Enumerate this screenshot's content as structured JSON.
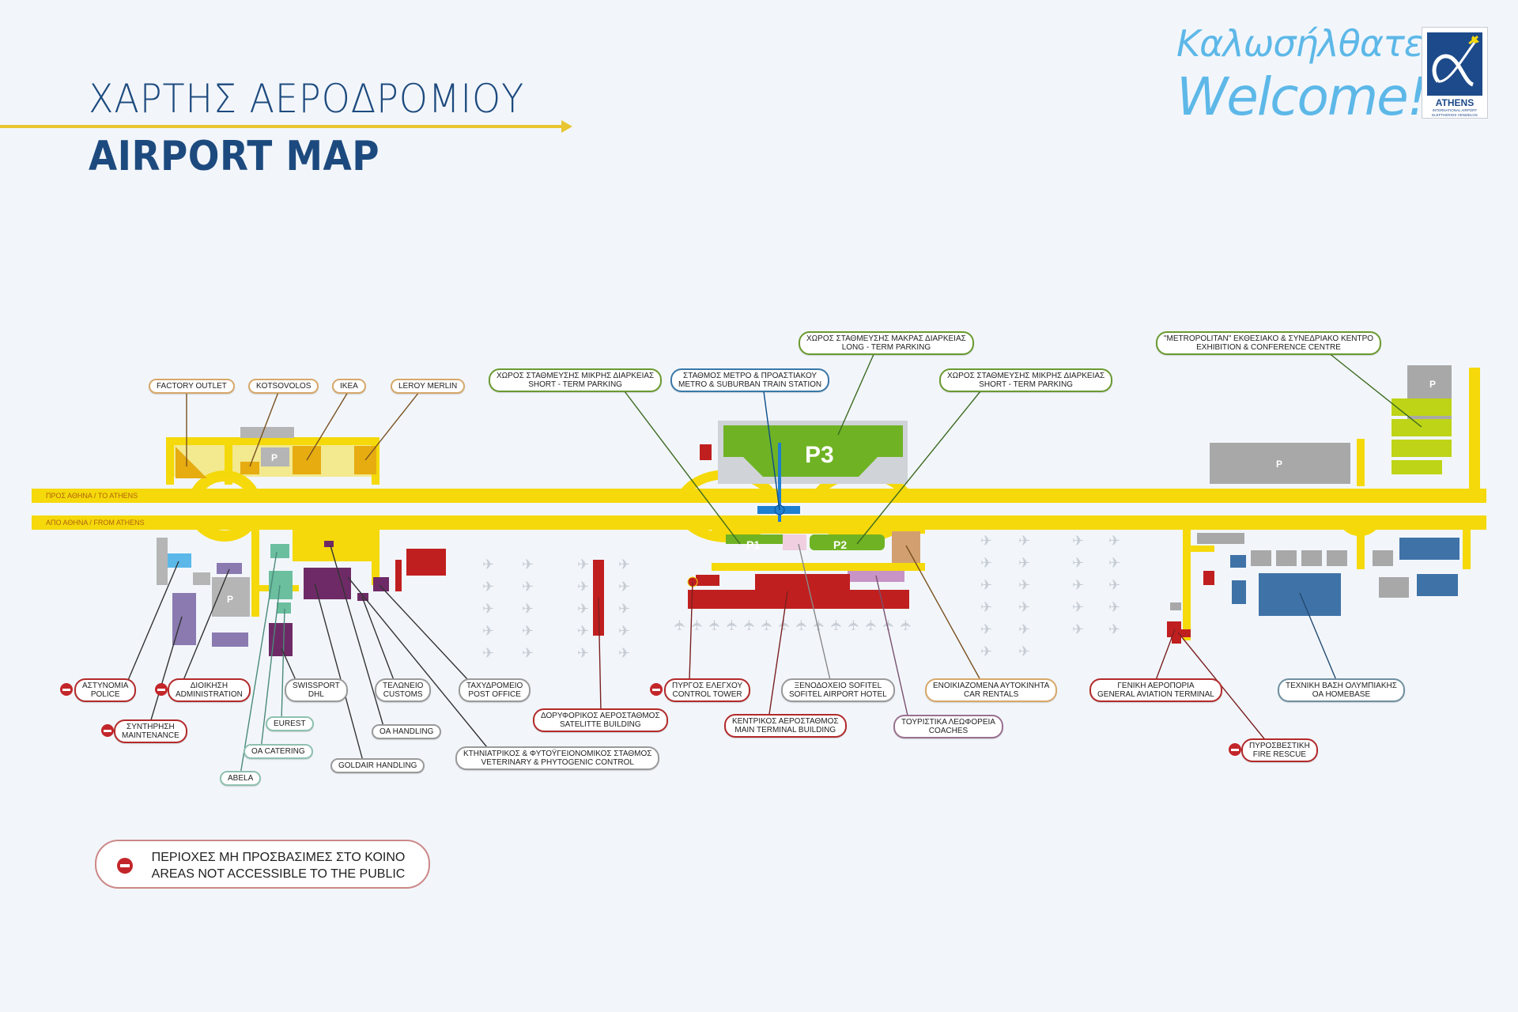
{
  "header": {
    "title_greek": "ΧΑΡΤΗΣ ΑΕΡΟΔΡΟΜΙΟΥ",
    "title_english": "AIRPORT MAP",
    "welcome_greek": "Καλωσήλθατε!",
    "welcome_english": "Welcome!",
    "logo_name": "ATHENS",
    "logo_sub1": "INTERNATIONAL AIRPORT",
    "logo_sub2": "ELEFTHERIOS VENIZELOS"
  },
  "colors": {
    "title": "#1d4a7e",
    "accent_yellow": "#f5d90a",
    "welcome": "#5db8e8",
    "restricted_red": "#c3262a",
    "parking_green": "#6fb324",
    "conference_green": "#bed417",
    "metro_blue": "#1f7fd0",
    "homebase_blue": "#3f73a8",
    "retail_orange": "#e6ac10",
    "cargo_purple": "#6e2a66"
  },
  "roads": {
    "to_athens": "ΠΡΟΣ ΑΘΗΝΑ / TO ATHENS",
    "from_athens": "ΑΠΟ ΑΘΗΝΑ / FROM ATHENS"
  },
  "map_marks": {
    "p3": "P3",
    "p1": "P1",
    "p2": "P2",
    "parking_glyph": "P"
  },
  "labels": {
    "factory_outlet": {
      "en": "FACTORY OUTLET"
    },
    "kotsovolos": {
      "en": "KOTSOVOLOS"
    },
    "ikea": {
      "en": "IKEA"
    },
    "leroy_merlin": {
      "en": "LEROY MERLIN"
    },
    "short_parking_1": {
      "gr": "ΧΩΡΟΣ ΣΤΑΘΜΕΥΣΗΣ ΜΙΚΡΗΣ ΔΙΑΡΚΕΙΑΣ",
      "en": "SHORT - TERM PARKING"
    },
    "metro": {
      "gr": "ΣΤΑΘΜΟΣ ΜΕΤΡΟ & ΠΡΟΑΣΤΙΑΚΟΥ",
      "en": "METRO & SUBURBAN TRAIN STATION"
    },
    "long_parking": {
      "gr": "ΧΩΡΟΣ ΣΤΑΘΜΕΥΣΗΣ ΜΑΚΡΑΣ ΔΙΑΡΚΕΙΑΣ",
      "en": "LONG - TERM PARKING"
    },
    "short_parking_2": {
      "gr": "ΧΩΡΟΣ ΣΤΑΘΜΕΥΣΗΣ ΜΙΚΡΗΣ ΔΙΑΡΚΕΙΑΣ",
      "en": "SHORT - TERM PARKING"
    },
    "metropolitan": {
      "gr": "\"METROPOLITAN\" ΕΚΘΕΣΙΑΚΟ & ΣΥΝΕΔΡΙΑΚΟ ΚΕΝΤΡΟ",
      "en": "EXHIBITION & CONFERENCE CENTRE"
    },
    "police": {
      "gr": "ΑΣΤΥΝΟΜΙΑ",
      "en": "POLICE"
    },
    "administration": {
      "gr": "ΔΙΟΙΚΗΣΗ",
      "en": "ADMINISTRATION"
    },
    "maintenance": {
      "gr": "ΣΥΝΤΗΡΗΣΗ",
      "en": "MAINTENANCE"
    },
    "swissport": {
      "gr": "SWISSPORT",
      "en": "DHL"
    },
    "eurest": {
      "en": "EUREST"
    },
    "oa_catering": {
      "en": "OA CATERING"
    },
    "abela": {
      "en": "ABELA"
    },
    "customs": {
      "gr": "ΤΕΛΩΝΕΙΟ",
      "en": "CUSTOMS"
    },
    "oa_handling": {
      "en": "OA HANDLING"
    },
    "goldair": {
      "en": "GOLDAIR HANDLING"
    },
    "post_office": {
      "gr": "ΤΑΧΥΔΡΟΜΕΙΟ",
      "en": "POST OFFICE"
    },
    "veterinary": {
      "gr": "ΚΤΗΝΙΑΤΡΙΚΟΣ & ΦΥΤΟΫΓΕΙΟΝΟΜΙΚΟΣ ΣΤΑΘΜΟΣ",
      "en": "VETERINARY & PHYTOGENIC CONTROL"
    },
    "satellite": {
      "gr": "ΔΟΡΥΦΟΡΙΚΟΣ ΑΕΡΟΣΤΑΘΜΟΣ",
      "en": "SATELITTE BUILDING"
    },
    "control_tower": {
      "gr": "ΠΥΡΓΟΣ ΕΛΕΓΧΟΥ",
      "en": "CONTROL TOWER"
    },
    "main_terminal": {
      "gr": "ΚΕΝΤΡΙΚΟΣ ΑΕΡΟΣΤΑΘΜΟΣ",
      "en": "MAIN TERMINAL BUILDING"
    },
    "sofitel": {
      "gr": "ΞΕΝΟΔΟΧΕΙΟ SOFITEL",
      "en": "SOFITEL AIRPORT HOTEL"
    },
    "coaches": {
      "gr": "ΤΟΥΡΙΣΤΙΚΑ ΛΕΩΦΟΡΕΙΑ",
      "en": "COACHES"
    },
    "car_rentals": {
      "gr": "ΕΝΟΙΚΙΑΖΟΜΕΝΑ ΑΥΤΟΚΙΝΗΤΑ",
      "en": "CAR RENTALS"
    },
    "general_aviation": {
      "gr": "ΓΕΝΙΚΗ ΑΕΡΟΠΟΡΙΑ",
      "en": "GENERAL AVIATION TERMINAL"
    },
    "fire_rescue": {
      "gr": "ΠΥΡΟΣΒΕΣΤΙΚΗ",
      "en": "FIRE RESCUE"
    },
    "homebase": {
      "gr": "ΤΕΧΝΙΚΗ ΒΑΣΗ ΟΛΥΜΠΙΑΚΗΣ",
      "en": "OA HOMEBASE"
    }
  },
  "legend": {
    "gr": "ΠΕΡΙΟΧΕΣ ΜΗ ΠΡΟΣΒΑΣΙΜΕΣ ΣΤΟ ΚΟΙΝΟ",
    "en": "AREAS NOT ACCESSIBLE TO THE PUBLIC",
    "icon": "no-entry-icon"
  }
}
